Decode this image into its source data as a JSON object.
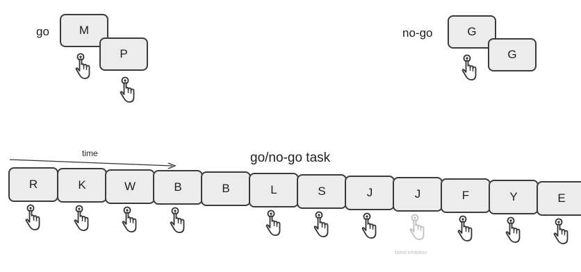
{
  "go_example": {
    "label": "go",
    "first_letter": "M",
    "second_letter": "P"
  },
  "nogo_example": {
    "label": "no-go",
    "first_letter": "G",
    "second_letter": "G"
  },
  "task": {
    "title": "go/no-go task",
    "time_label": "time",
    "failed_label": "failed inhibition",
    "sequence": [
      "R",
      "K",
      "W",
      "B",
      "B",
      "L",
      "S",
      "J",
      "J",
      "F",
      "Y",
      "E"
    ]
  },
  "icons": {
    "press": "pointing-finger-icon",
    "failed_press": "faded-pointing-finger-icon"
  }
}
